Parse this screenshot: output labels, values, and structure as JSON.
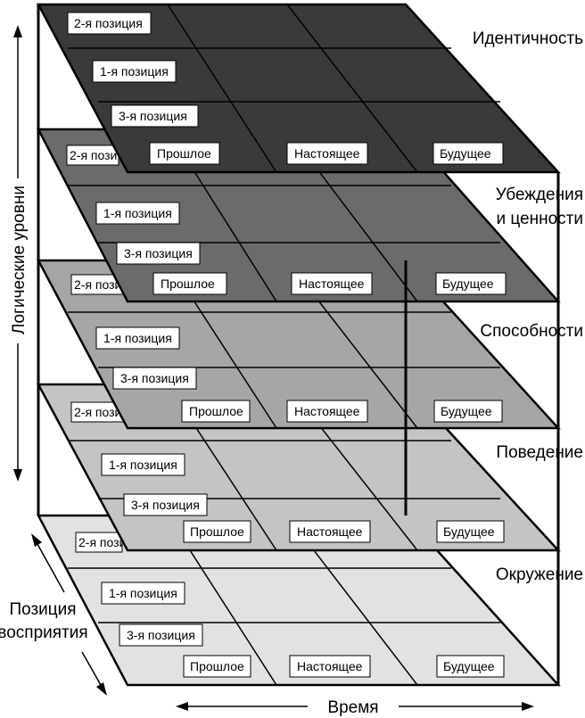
{
  "axes": {
    "vertical": "Логические уровни",
    "horizontal": "Время",
    "depth_line1": "Позиция",
    "depth_line2": "восприятия"
  },
  "levels": [
    {
      "name": "Идентичность",
      "fill": "#3a3a3a"
    },
    {
      "name_line1": "Убеждения",
      "name_line2": "и ценности",
      "fill": "#6b6b6b"
    },
    {
      "name": "Способности",
      "fill": "#a6a6a6"
    },
    {
      "name": "Поведение",
      "fill": "#c4c4c4"
    },
    {
      "name": "Окружение",
      "fill": "#e2e2e2"
    }
  ],
  "grid_labels": {
    "position_2": "2-я позиция",
    "position_1": "1-я позиция",
    "position_3": "3-я позиция",
    "past": "Прошлое",
    "present": "Настоящее",
    "future": "Будущее"
  },
  "truncated_labels": {
    "beliefs_pos2": "2-я пози",
    "abilities_pos2": "2-я пози",
    "behavior_pos2": "2-я пози",
    "environment_pos2": "2-я пози"
  }
}
